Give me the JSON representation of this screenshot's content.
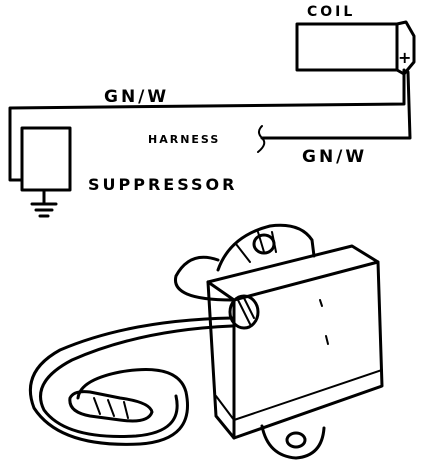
{
  "labels": {
    "coil": "COIL",
    "terminal": "+",
    "wire_top": "GN/W",
    "harness": "HARNESS",
    "wire_harness": "GN/W",
    "suppressor": "SUPPRESSOR"
  }
}
